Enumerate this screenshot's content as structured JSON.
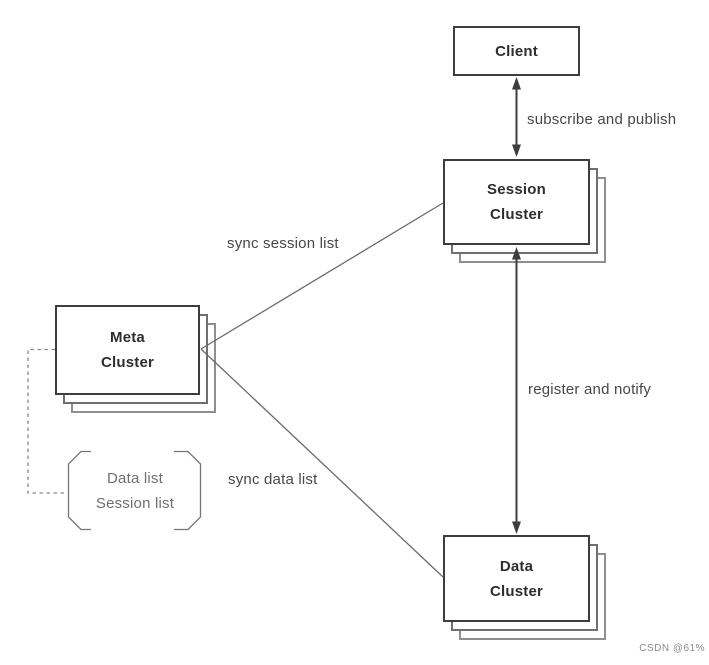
{
  "diagram": {
    "nodes": {
      "client": {
        "label": "Client",
        "shape": "box"
      },
      "session_cluster": {
        "label": "Session\nCluster",
        "shape": "stacked-box"
      },
      "meta_cluster": {
        "label": "Meta\nCluster",
        "shape": "stacked-box"
      },
      "data_cluster": {
        "label": "Data\nCluster",
        "shape": "stacked-box"
      },
      "list_note": {
        "label": "Data list\nSession list",
        "shape": "bracketed-note"
      }
    },
    "edges": {
      "client_session": {
        "label": "subscribe and publish",
        "type": "double-arrow",
        "from": "client",
        "to": "session_cluster"
      },
      "session_data": {
        "label": "register and notify",
        "type": "double-arrow",
        "from": "session_cluster",
        "to": "data_cluster"
      },
      "meta_session": {
        "label": "sync session list",
        "type": "line",
        "from": "meta_cluster",
        "to": "session_cluster"
      },
      "meta_data": {
        "label": "sync data list",
        "type": "line",
        "from": "meta_cluster",
        "to": "data_cluster"
      },
      "meta_note": {
        "label": "",
        "type": "dashed-line",
        "from": "meta_cluster",
        "to": "list_note"
      }
    },
    "watermark": "CSDN @61%",
    "colors": {
      "background": "#ffffff",
      "node_border": "#3d3d3d",
      "stack_border_mid": "#6f6f6f",
      "stack_border_back": "#8f8f8f",
      "node_text": "#2e2e2e",
      "edge_label_text": "#474747",
      "note_text": "#6f6f6f",
      "arrow": "#3d3d3d",
      "sync_line": "#6b6b6b",
      "dashed_line": "#8a8a8a",
      "watermark_text": "#8c8c8c"
    }
  }
}
